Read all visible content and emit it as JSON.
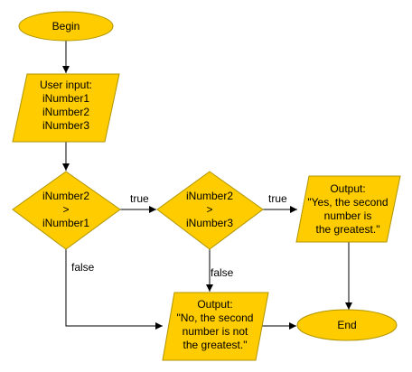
{
  "nodes": {
    "begin": {
      "lines": [
        "Begin"
      ]
    },
    "input": {
      "lines": [
        "User input:",
        "iNumber1",
        "iNumber2",
        "iNumber3"
      ]
    },
    "decision1": {
      "lines": [
        "iNumber2",
        ">",
        "iNumber1"
      ]
    },
    "decision2": {
      "lines": [
        "iNumber2",
        ">",
        "iNumber3"
      ]
    },
    "output_yes": {
      "lines": [
        "Output:",
        "\"Yes, the second",
        "number is",
        "the greatest.\""
      ]
    },
    "output_no": {
      "lines": [
        "Output:",
        "\"No, the second",
        "number is not",
        "the greatest.\""
      ]
    },
    "end": {
      "lines": [
        "End"
      ]
    }
  },
  "edge_labels": {
    "d1_true": "true",
    "d1_false": "false",
    "d2_true": "true",
    "d2_false": "false"
  },
  "colors": {
    "node_fill": "#ffcc00",
    "node_stroke": "#b09500",
    "edge": "#000000"
  }
}
